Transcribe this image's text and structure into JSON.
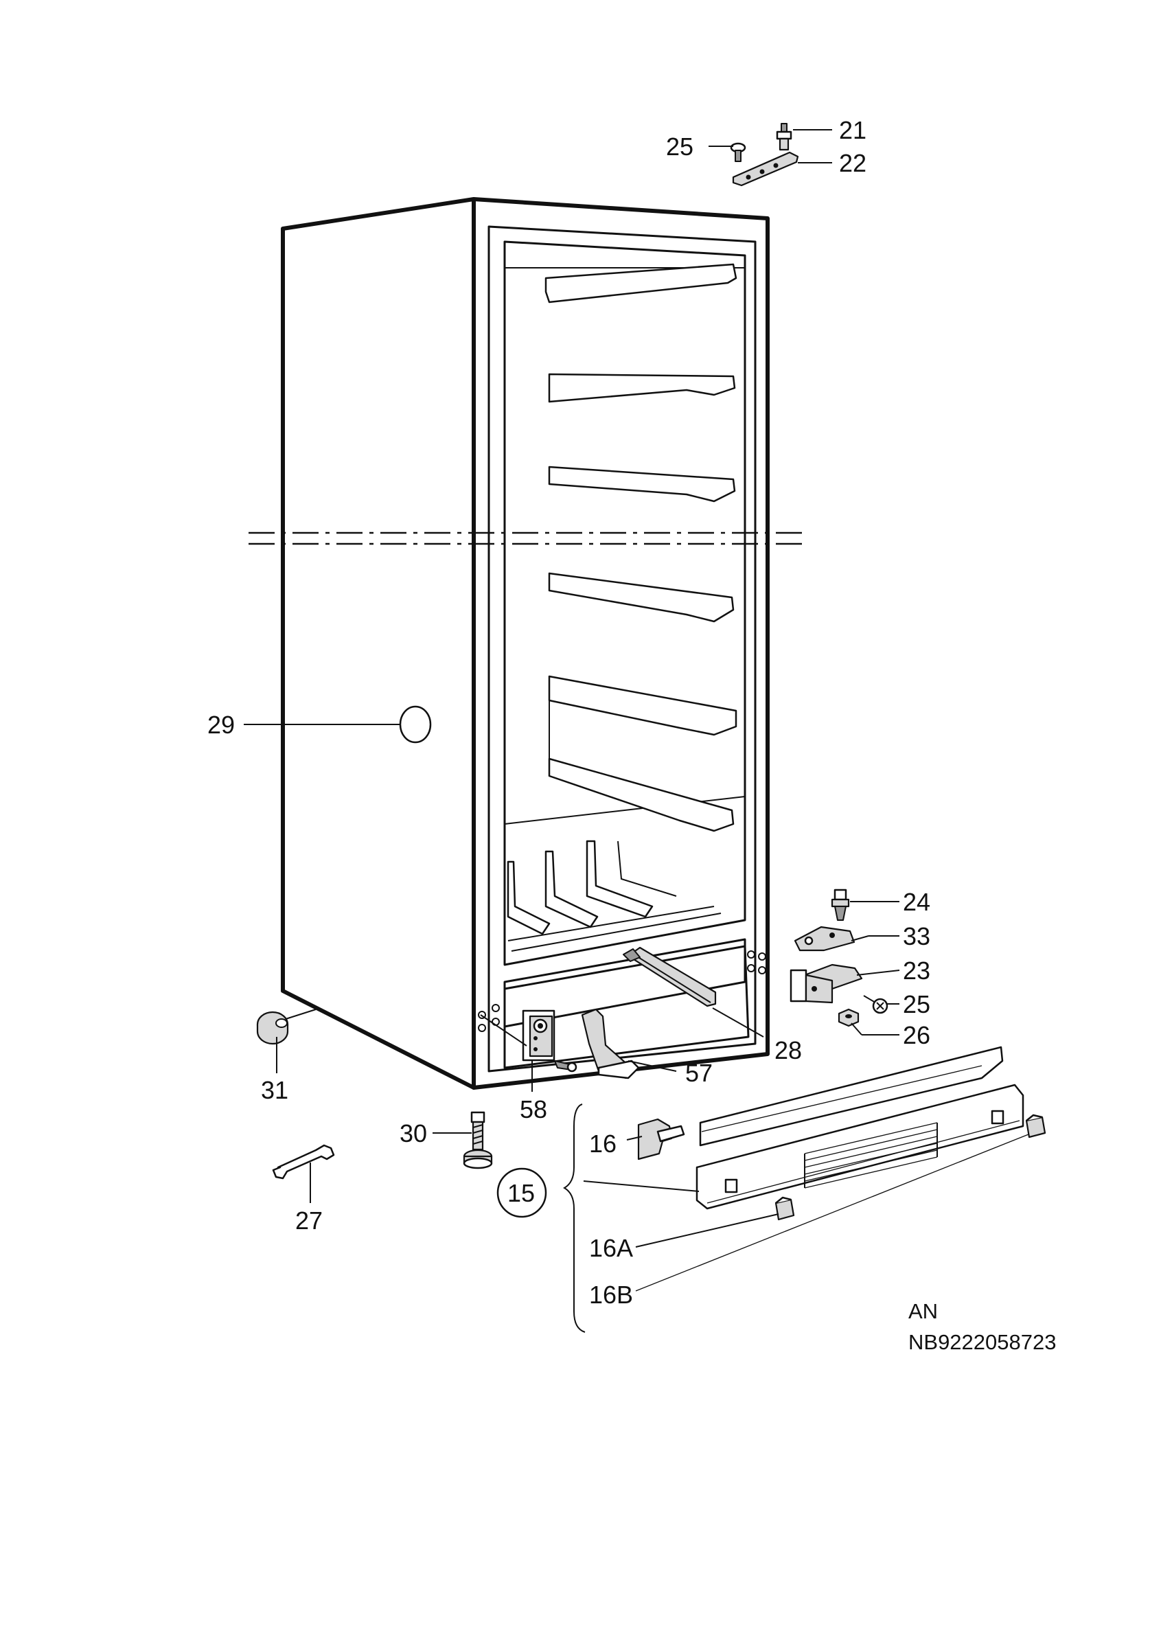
{
  "labels": {
    "p21": "21",
    "p22": "22",
    "p25_top": "25",
    "p29": "29",
    "p24": "24",
    "p33": "33",
    "p23": "23",
    "p25_right": "25",
    "p26": "26",
    "p28": "28",
    "p57": "57",
    "p58": "58",
    "p31": "31",
    "p30": "30",
    "p27": "27",
    "p16": "16",
    "p15": "15",
    "p16a": "16A",
    "p16b": "16B"
  },
  "reference": {
    "line1": "AN",
    "line2": "NB9222058723"
  }
}
